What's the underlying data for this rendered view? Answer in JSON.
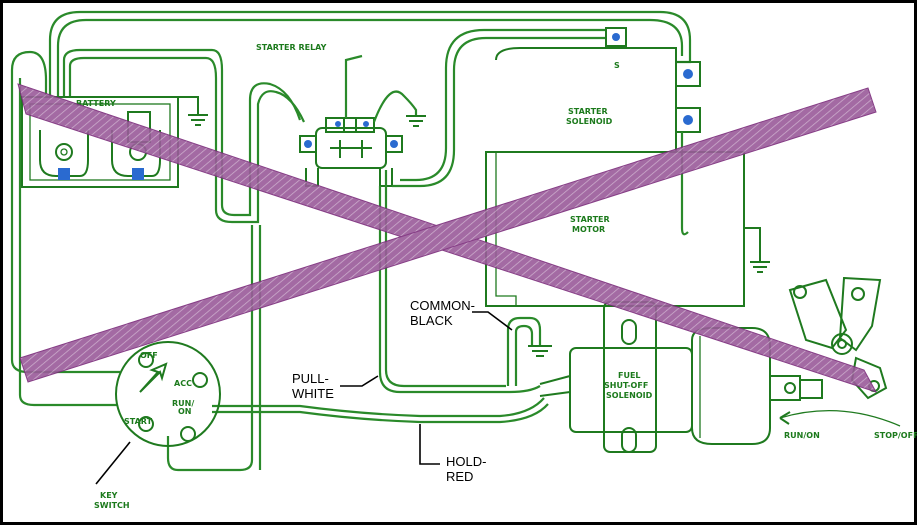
{
  "labels": {
    "starter_relay": "STARTER RELAY",
    "battery": "BATTERY",
    "starter_solenoid_1": "STARTER",
    "starter_solenoid_2": "SOLENOID",
    "starter_motor_1": "STARTER",
    "starter_motor_2": "MOTOR",
    "s_terminal": "S",
    "common_1": "COMMON-",
    "common_2": "BLACK",
    "pull_1": "PULL-",
    "pull_2": "WHITE",
    "hold_1": "HOLD-",
    "hold_2": "RED",
    "fuel_1": "FUEL",
    "fuel_2": "SHUT-OFF",
    "fuel_3": "SOLENOID",
    "off": "OFF",
    "acc": "ACC",
    "start": "START",
    "run_1": "RUN/",
    "run_2": "ON",
    "key_1": "KEY",
    "key_2": "SWITCH",
    "run_on": "RUN/ON",
    "stop_off": "STOP/OFF"
  },
  "colors": {
    "wire": "#2a8a2a",
    "component": "#1f7a1f",
    "cross": "#8a3a8a",
    "background": "#ffffff"
  }
}
